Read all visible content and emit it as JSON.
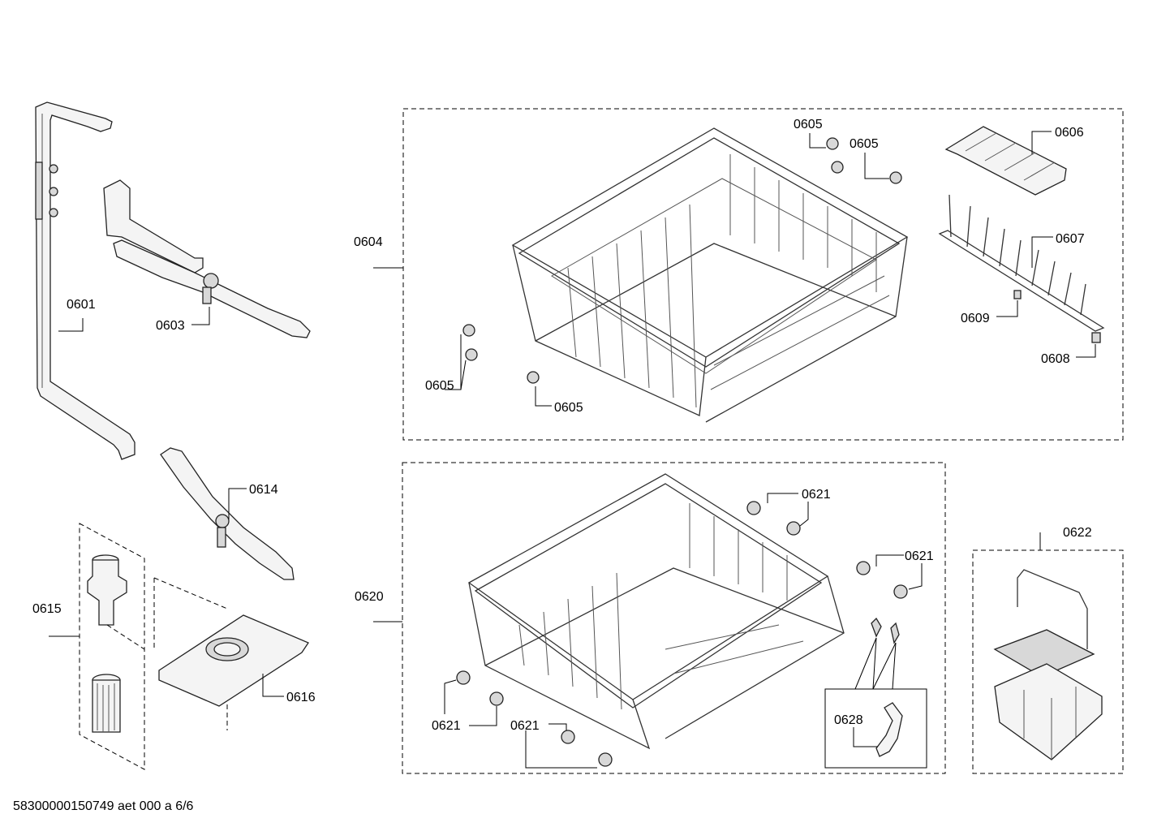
{
  "document": {
    "footer_code": "58300000150749 aet 000 a 6/6"
  },
  "part_labels": {
    "p0601": "0601",
    "p0603": "0603",
    "p0604": "0604",
    "p0605_top1": "0605",
    "p0605_top2": "0605",
    "p0605_left": "0605",
    "p0605_bottom": "0605",
    "p0606": "0606",
    "p0607": "0607",
    "p0608": "0608",
    "p0609": "0609",
    "p0614": "0614",
    "p0615": "0615",
    "p0616": "0616",
    "p0620": "0620",
    "p0621_top1": "0621",
    "p0621_top2": "0621",
    "p0621_left": "0621",
    "p0621_bottom": "0621",
    "p0622": "0622",
    "p0628": "0628"
  }
}
